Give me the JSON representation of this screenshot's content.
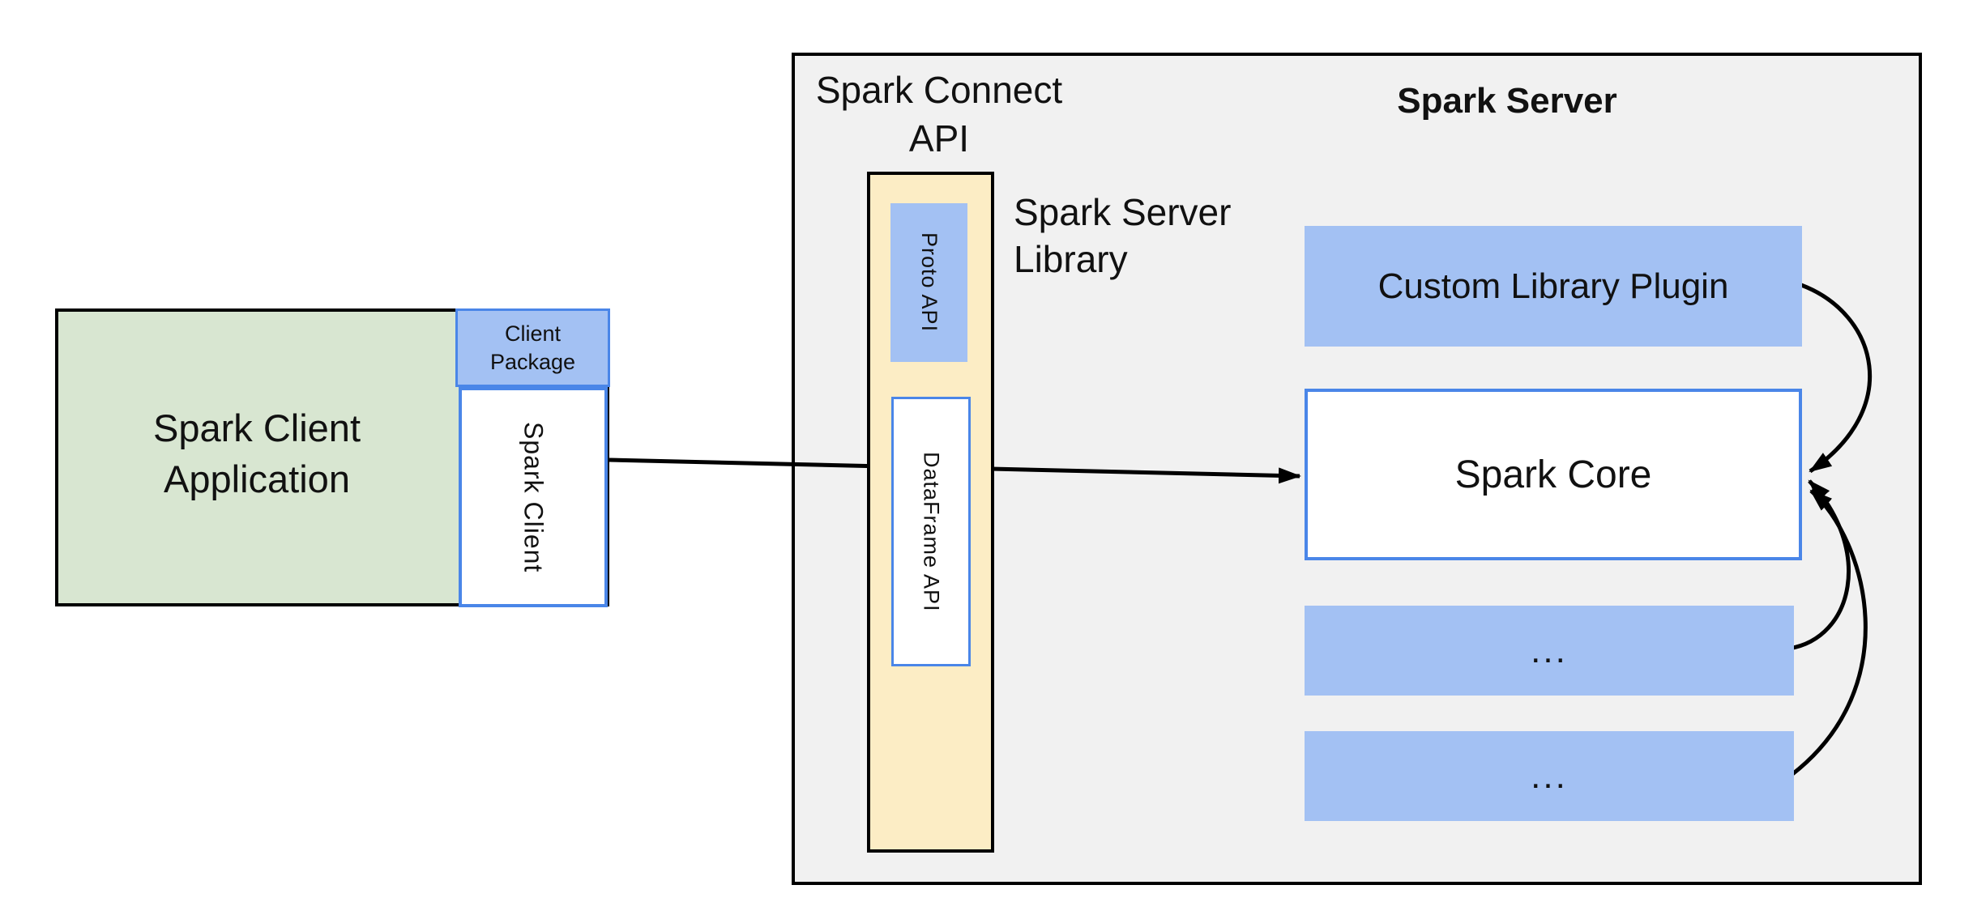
{
  "diagram": {
    "client": {
      "app_lines": [
        "Spark Client",
        "Application"
      ],
      "package_lines": [
        "Client",
        "Package"
      ],
      "spark_client_label": "Spark Client"
    },
    "connect_api": {
      "title_lines": [
        "Spark Connect",
        "API"
      ],
      "proto_label": "Proto API",
      "dataframe_label": "DataFrame API",
      "library_lines": [
        "Spark Server",
        "Library"
      ]
    },
    "server": {
      "title": "Spark Server",
      "plugin_label": "Custom Library Plugin",
      "core_label": "Spark Core",
      "placeholder_rows": [
        "...",
        "..."
      ]
    },
    "colors": {
      "client_app_fill": "#d8e6d1",
      "accent_blue_fill": "#a3c1f3",
      "api_column_fill": "#fcedc5",
      "server_fill": "#f1f1f1",
      "blue_border": "#4a86e8",
      "outline": "#000000"
    }
  }
}
